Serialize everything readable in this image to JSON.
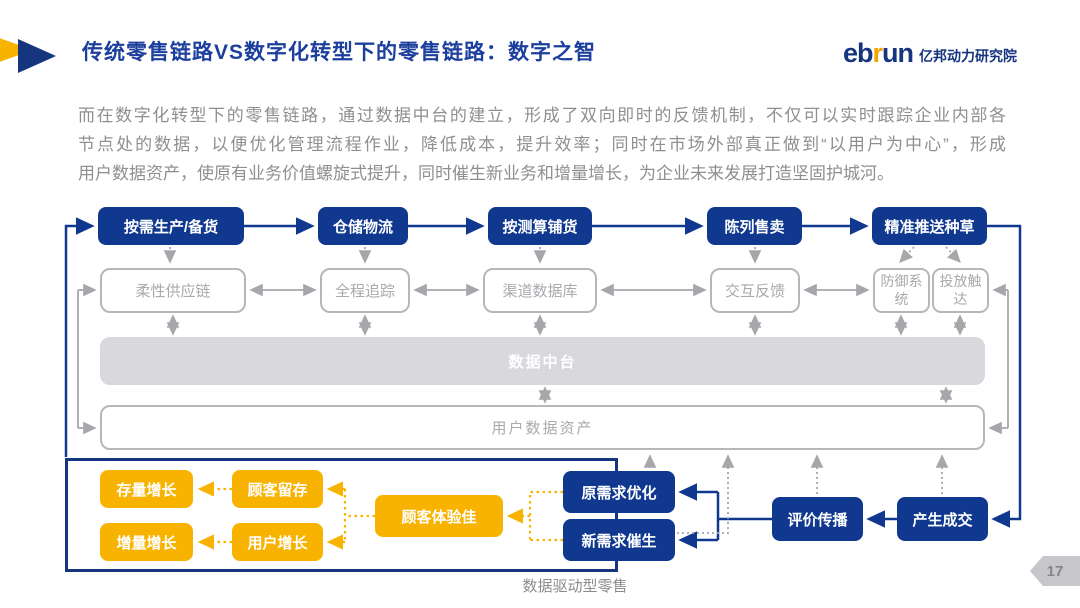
{
  "header": {
    "title": "传统零售链路VS数字化转型下的零售链路：数字之智",
    "logo": {
      "eb": "eb",
      "r": "r",
      "un": "un",
      "suffix": "亿邦动力研究院"
    }
  },
  "intro": {
    "line1": "而在数字化转型下的零售链路，通过数据中台的建立，形成了双向即时的反馈机制，不仅可以实时跟踪企业内部各",
    "line2": "节点处的数据，以便优化管理流程作业，降低成本，提升效率；同时在市场外部真正做到“以用户为中心”，形成",
    "line3": "用户数据资产，使原有业务价值螺旋式提升，同时催生新业务和增量增长，为企业未来发展打造坚固护城河。"
  },
  "diagram": {
    "top_row": [
      "按需生产/备货",
      "仓储物流",
      "按测算铺货",
      "陈列售卖",
      "精准推送种草"
    ],
    "mid_row": [
      "柔性供应链",
      "全程追踪",
      "渠道数据库",
      "交互反馈",
      "防御系统",
      "投放触达"
    ],
    "platform_bar": "数据中台",
    "asset_box": "用户数据资产",
    "growth_boxes": [
      "存量增长",
      "增量增长"
    ],
    "retain_boxes": [
      "顾客留存",
      "用户增长"
    ],
    "experience_box": "顾客体验佳",
    "demand_boxes": [
      "原需求优化",
      "新需求催生"
    ],
    "spread_box": "评价传播",
    "deal_box": "产生成交",
    "caption": "数据驱动型零售"
  },
  "page_number": "17",
  "colors": {
    "primary_blue": "#10388f",
    "title_blue": "#1c3f9d",
    "accent_yellow": "#f8b301",
    "logo_orange": "#f5a300",
    "gray_line": "#a6a6ab",
    "platform_gray": "#d9d9dd"
  }
}
